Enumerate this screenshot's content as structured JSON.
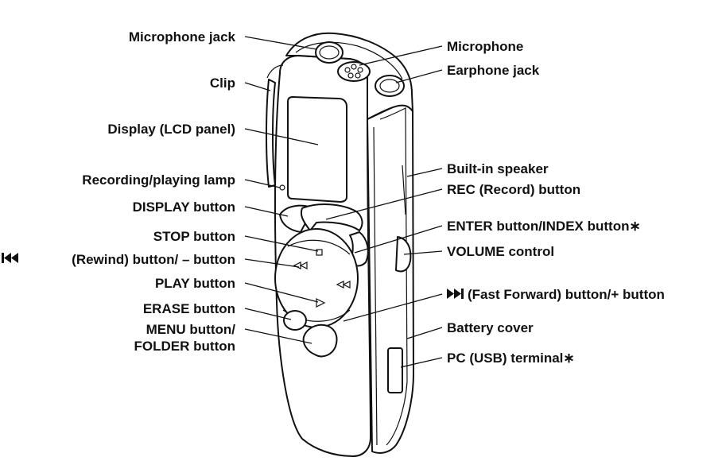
{
  "diagram": {
    "labels_left": [
      "Microphone jack",
      "Clip",
      "Display (LCD panel)",
      "Recording/playing lamp",
      "DISPLAY button",
      "STOP button",
      "(Rewind) button/ – button",
      "PLAY button",
      "ERASE button",
      "MENU button/",
      "FOLDER button"
    ],
    "labels_right": [
      "Microphone",
      "Earphone jack",
      "Built-in speaker",
      "REC (Record) button",
      "ENTER button/INDEX button∗",
      "VOLUME control",
      "(Fast Forward) button/+ button",
      "Battery cover",
      "PC (USB) terminal∗"
    ],
    "icons": [
      "rewind-icon",
      "fast-forward-icon",
      "stop-icon",
      "play-icon"
    ]
  }
}
